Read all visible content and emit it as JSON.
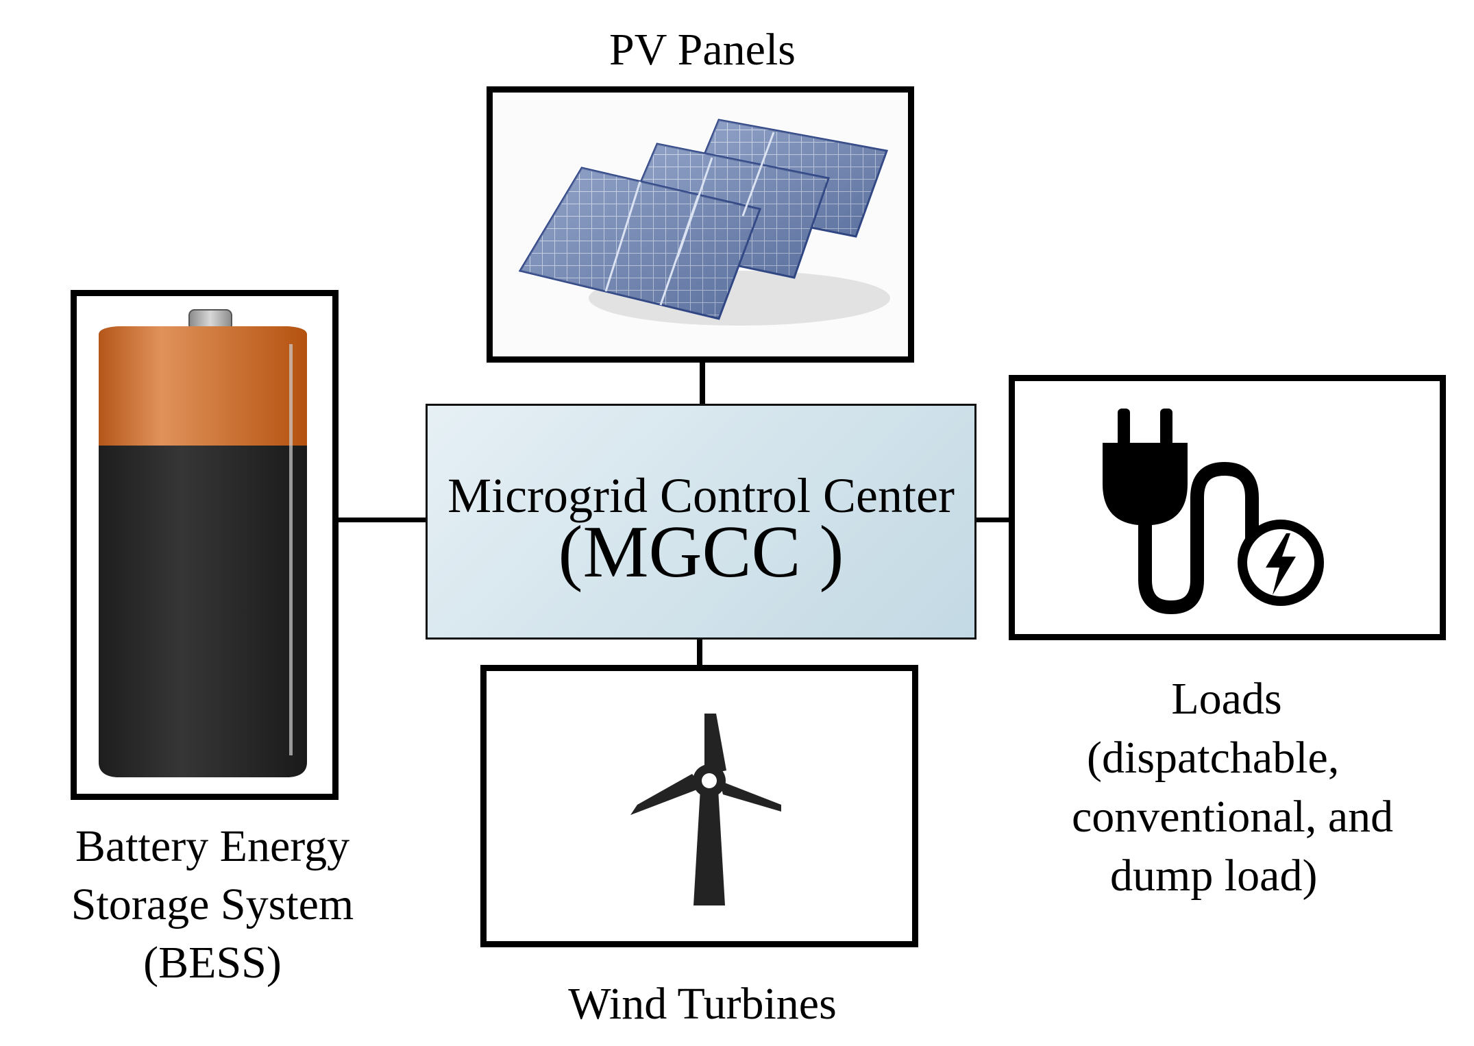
{
  "pv": {
    "label": "PV Panels"
  },
  "battery": {
    "label_lines": [
      "Battery Energy",
      "Storage System",
      "(BESS)"
    ]
  },
  "mgcc": {
    "line1": "Microgrid Control Center",
    "line2": "(MGCC )"
  },
  "loads": {
    "label_lines": [
      "Loads",
      "(dispatchable,",
      "conventional, and",
      "dump load)"
    ]
  },
  "wind": {
    "label": "Wind Turbines"
  },
  "colors": {
    "battery_cap": "#c45e1a",
    "battery_body": "#2b2b2b",
    "solar_cell": "#5d75a8",
    "mgcc_fill": "#d6e6ee",
    "icon": "#232323"
  },
  "icons": [
    "solar-panel-icon",
    "battery-icon",
    "plug-icon",
    "lightning-bolt-icon",
    "wind-turbine-icon"
  ]
}
